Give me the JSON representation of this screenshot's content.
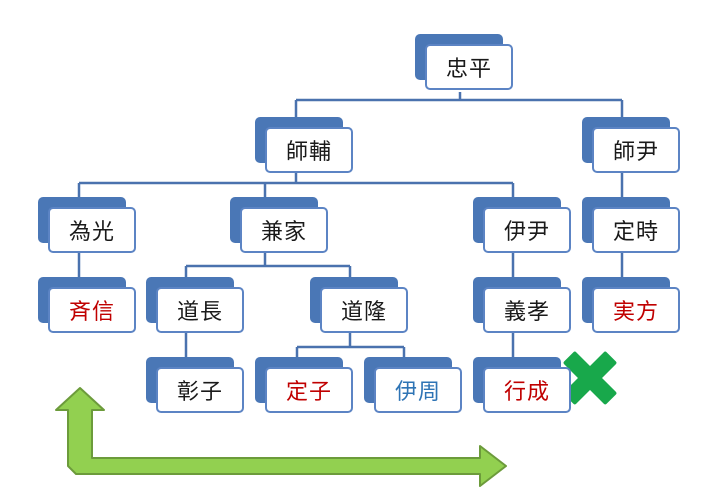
{
  "colors": {
    "connector": "#4a72ae",
    "card_back": "#4a77b6",
    "red_name": "#c00000",
    "blue_name": "#2e74b5",
    "arrow_fill": "#92d050",
    "arrow_stroke": "#6c9b3b",
    "x_mark": "#18a84b"
  },
  "nodes": {
    "tadahira": "忠平",
    "morosuke": "師輔",
    "moromasa": "師尹",
    "tamemitsu": "為光",
    "kaneie": "兼家",
    "koretada": "伊尹",
    "sadatoki": "定時",
    "tadanobu": "斉信",
    "michinaga": "道長",
    "michitaka": "道隆",
    "yoshitaka": "義孝",
    "sanekata": "実方",
    "shoshi": "彰子",
    "teishi": "定子",
    "korechika": "伊周",
    "yukinari": "行成"
  },
  "annotations": {
    "x_mark_icon": "cross-mark",
    "arrow_icon": "double-headed-elbow-arrow"
  }
}
